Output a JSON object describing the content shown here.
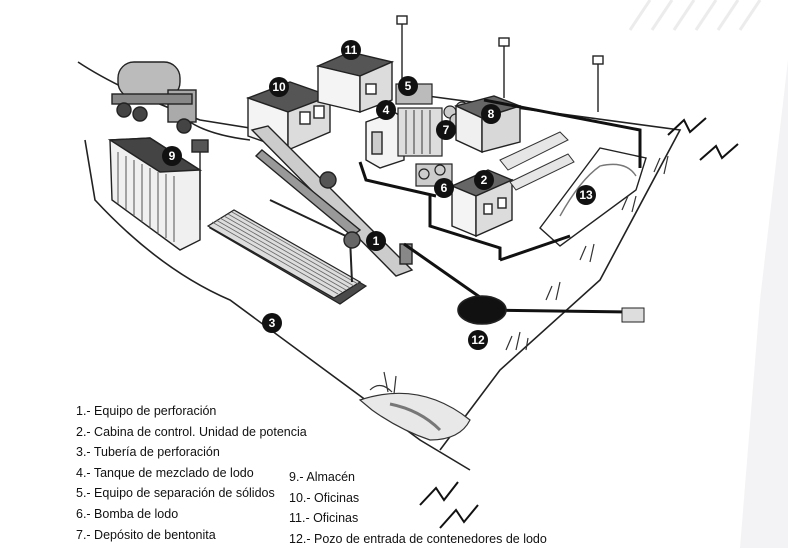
{
  "diagram": {
    "callouts": [
      "1",
      "2",
      "3",
      "4",
      "5",
      "6",
      "7",
      "8",
      "9",
      "10",
      "11",
      "12",
      "13"
    ]
  },
  "legend": {
    "left": [
      "1.- Equipo de perforación",
      "2.- Cabina de control. Unidad de potencia",
      "3.- Tubería de perforación",
      "4.- Tanque de mezclado de lodo",
      "5.- Equipo de separación de sólidos",
      "6.- Bomba de lodo",
      "7.- Depósito de bentonita"
    ],
    "right": [
      "9.- Almacén",
      "10.- Oficinas",
      "11.- Oficinas",
      "12.- Pozo de entrada de contenedores de lodo"
    ]
  }
}
